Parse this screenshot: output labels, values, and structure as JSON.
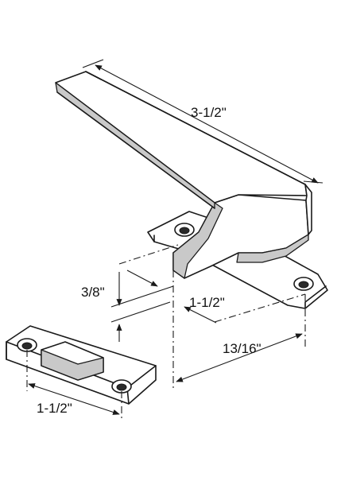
{
  "dimensions": {
    "handle_length": "3-1/2\"",
    "base_thickness": "3/8\"",
    "base_hole_spacing": "1-1/2\"",
    "offset": "13/16\"",
    "keeper_hole_spacing": "1-1/2\""
  }
}
